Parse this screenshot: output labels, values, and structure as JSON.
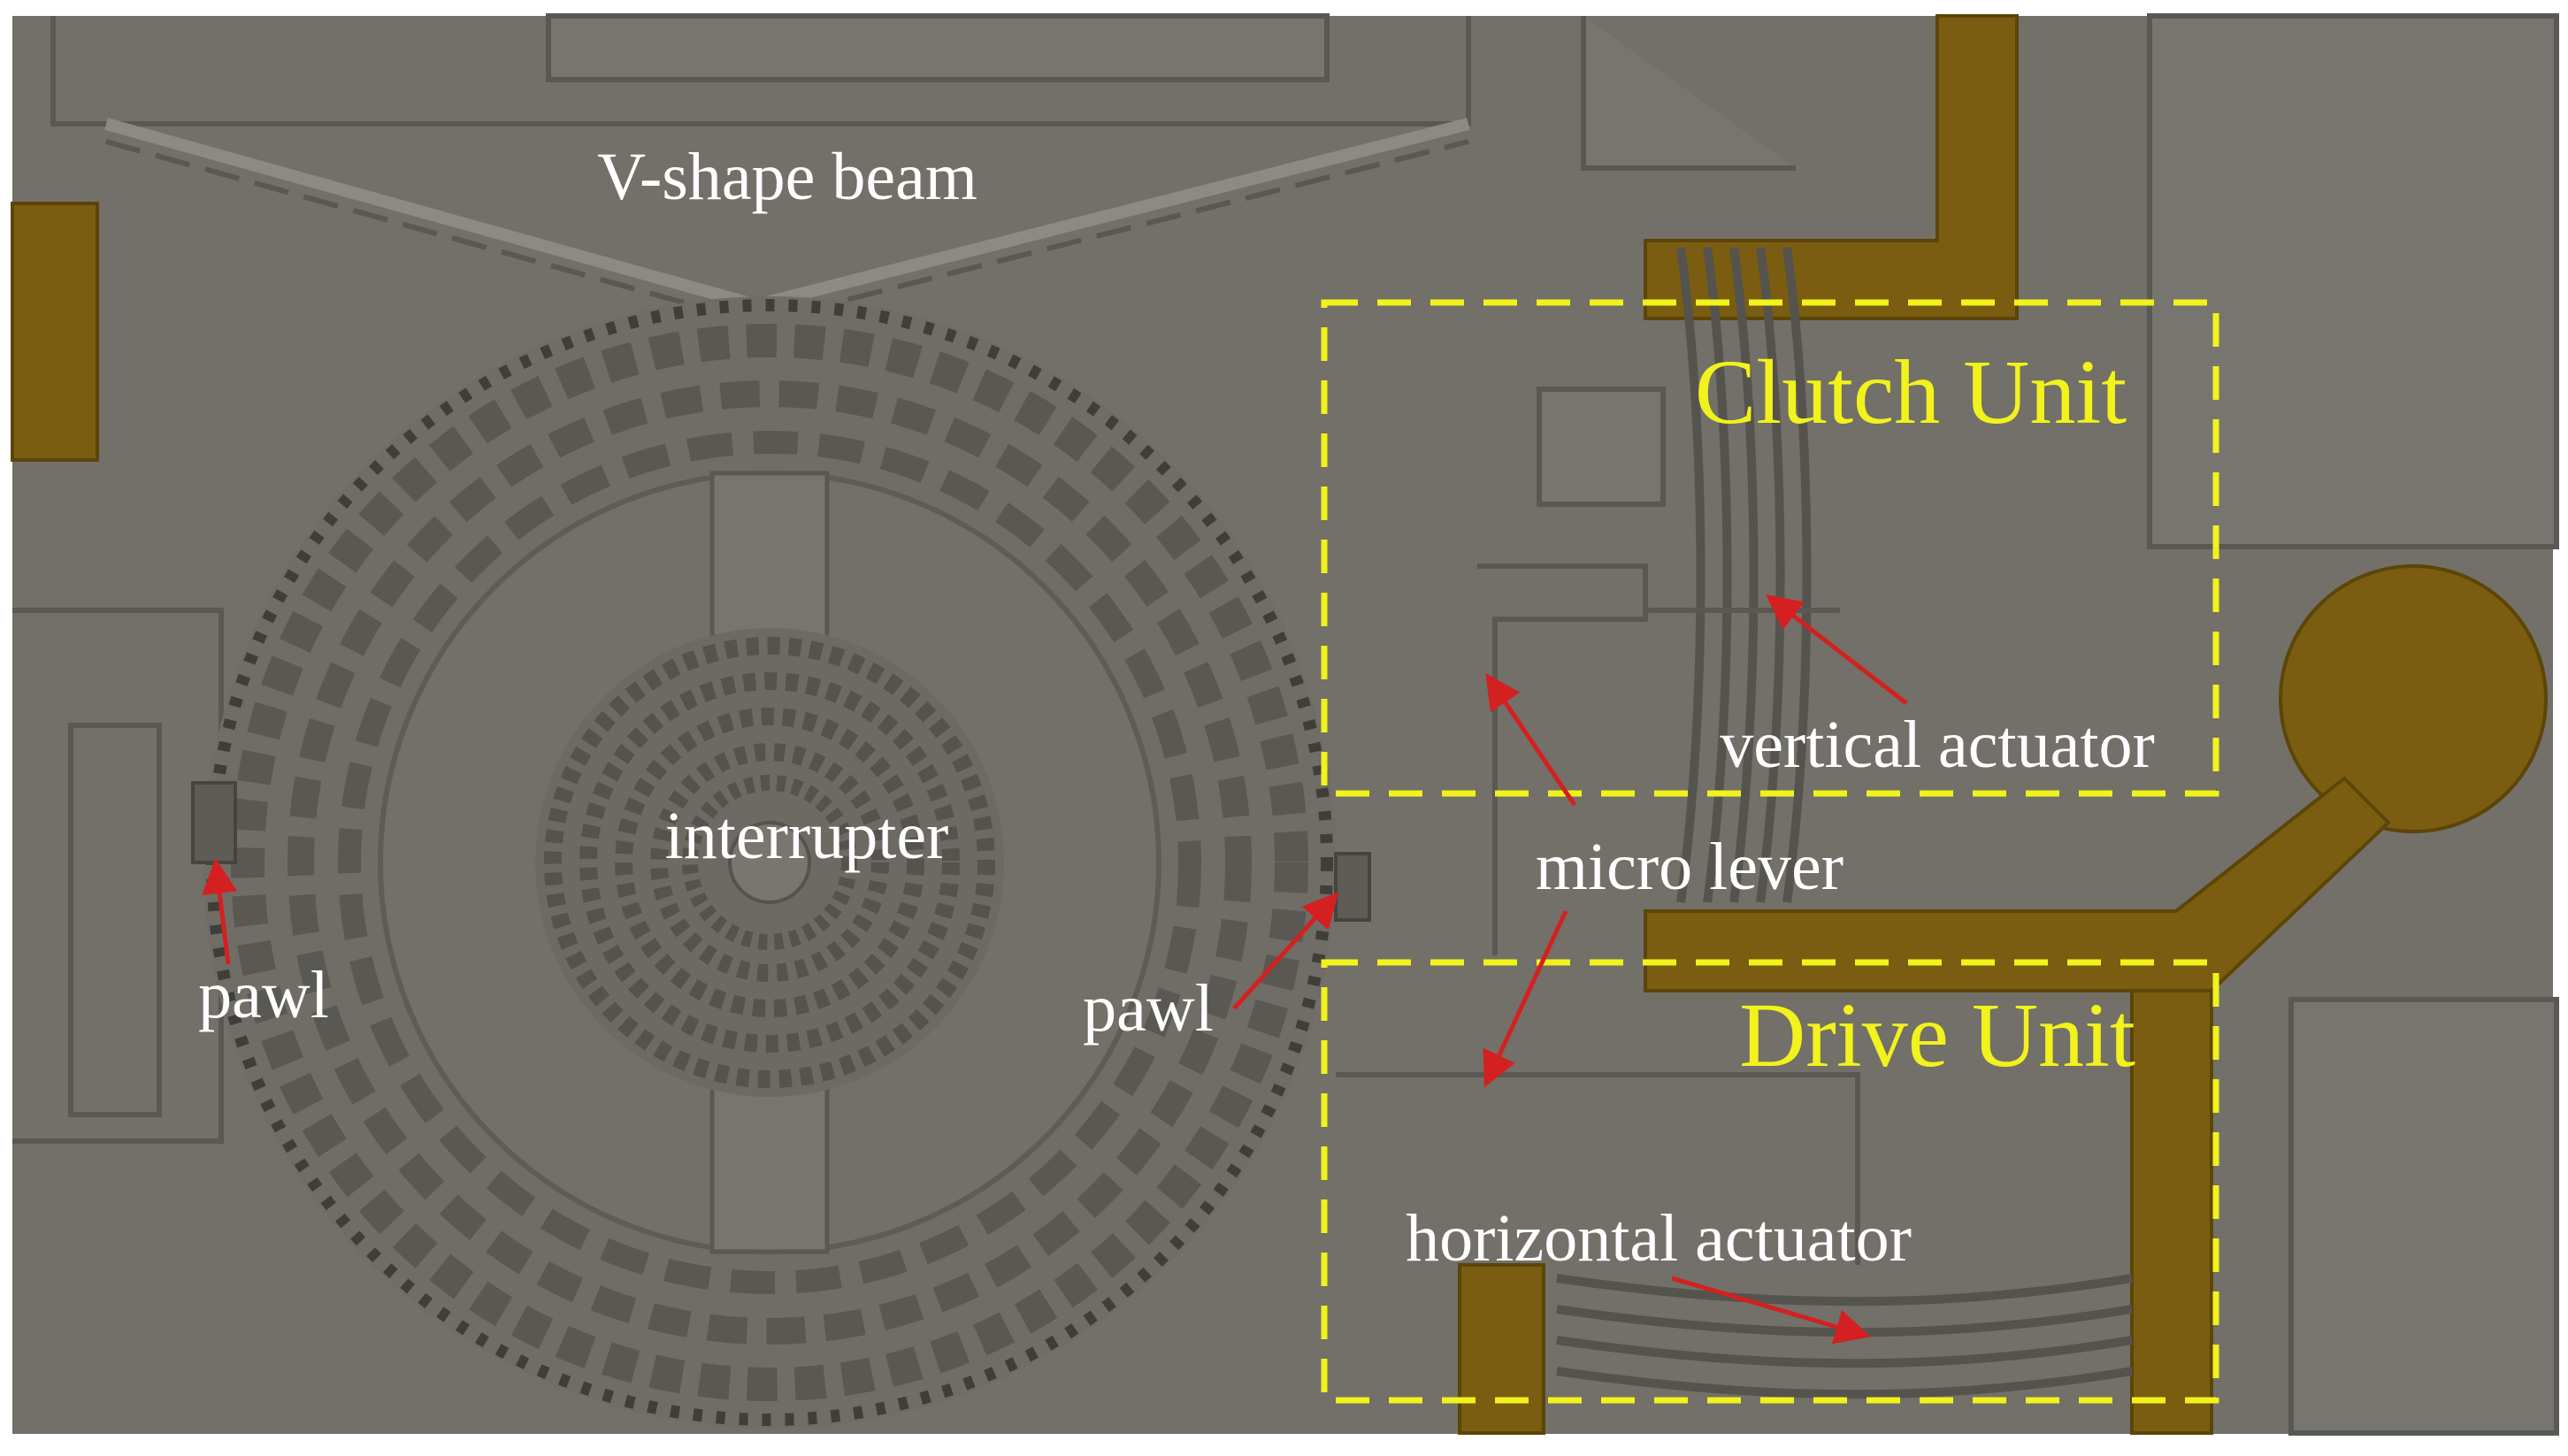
{
  "labels": {
    "v_shape_beam": "V-shape beam",
    "clutch_unit": "Clutch Unit",
    "drive_unit": "Drive Unit",
    "interrupter": "interrupter",
    "pawl_left": "pawl",
    "pawl_right": "pawl",
    "micro_lever": "micro lever",
    "vertical_actuator": "vertical actuator",
    "horizontal_actuator": "horizontal actuator"
  },
  "colors": {
    "substrate": "#727068",
    "structure_edge": "#5e5c55",
    "electrode": "#7a5d10",
    "unit_box": "#f2f21c",
    "unit_label": "#f2f21c",
    "white_label": "#ffffff",
    "arrow": "#d42020"
  }
}
